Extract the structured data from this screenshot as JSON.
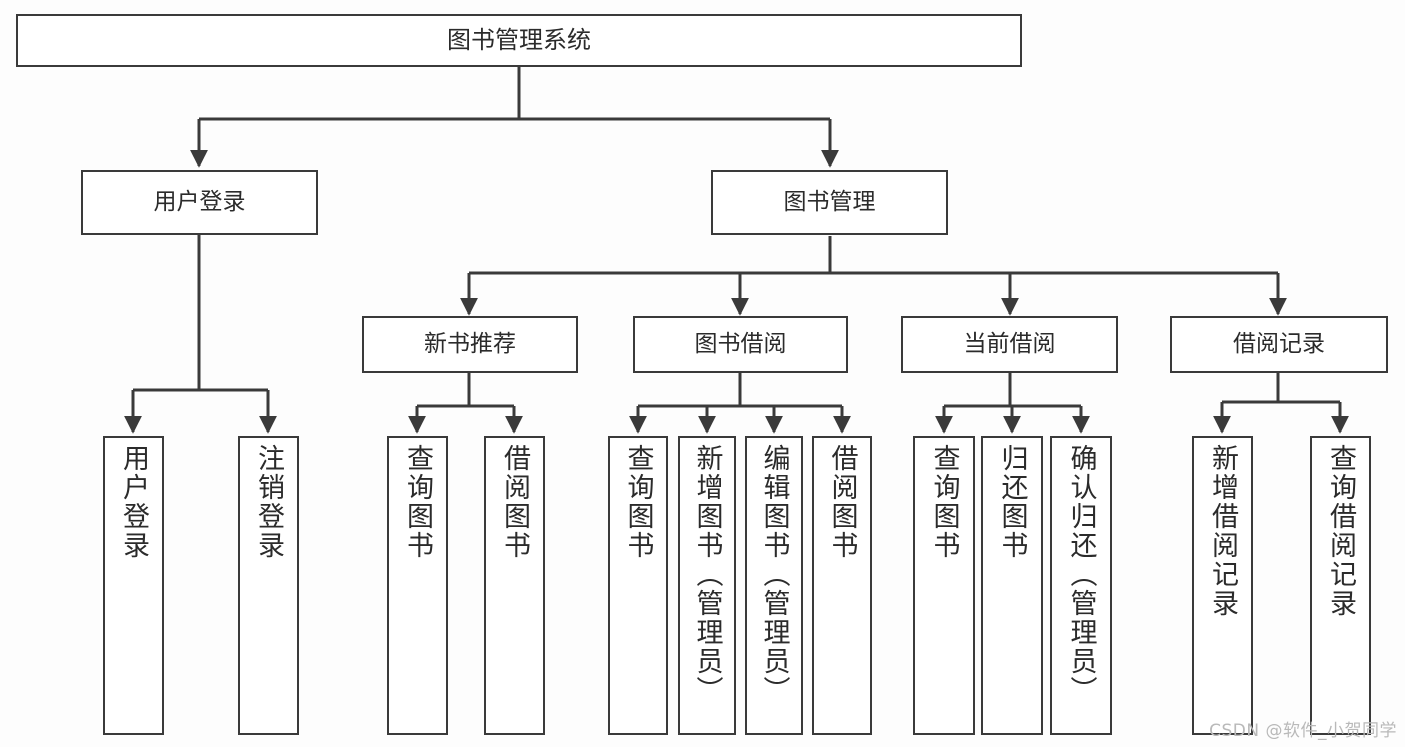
{
  "diagram": {
    "type": "tree-hierarchy",
    "title": "图书管理系统",
    "watermark": "CSDN @软件_小贺同学",
    "colors": {
      "stroke": "#3a3a3a",
      "fill": "#ffffff",
      "text": "#2b2b2b",
      "watermark": "#b9b9b9",
      "background": "#fdfdfd"
    },
    "nodes": {
      "root": {
        "label": "图书管理系统"
      },
      "level1": [
        {
          "id": "user-login",
          "label": "用户登录"
        },
        {
          "id": "book-manage",
          "label": "图书管理"
        }
      ],
      "level2": [
        {
          "id": "new-book-rec",
          "label": "新书推荐"
        },
        {
          "id": "book-borrow",
          "label": "图书借阅"
        },
        {
          "id": "current-borrow",
          "label": "当前借阅"
        },
        {
          "id": "borrow-record",
          "label": "借阅记录"
        }
      ],
      "leaves": {
        "user_login": [
          {
            "id": "leaf-user-login",
            "label": "用户登录"
          },
          {
            "id": "leaf-logout-login",
            "label": "注销登录"
          }
        ],
        "new_book_rec": [
          {
            "id": "leaf-query-book-1",
            "label": "查询图书"
          },
          {
            "id": "leaf-borrow-book-1",
            "label": "借阅图书"
          }
        ],
        "book_borrow": [
          {
            "id": "leaf-query-book-2",
            "label": "查询图书"
          },
          {
            "id": "leaf-add-book",
            "label": "新增图书（管理员）"
          },
          {
            "id": "leaf-edit-book",
            "label": "编辑图书（管理员）"
          },
          {
            "id": "leaf-borrow-book-2",
            "label": "借阅图书"
          }
        ],
        "current_borrow": [
          {
            "id": "leaf-query-book-3",
            "label": "查询图书"
          },
          {
            "id": "leaf-return-book",
            "label": "归还图书"
          },
          {
            "id": "leaf-confirm-return",
            "label": "确认归还（管理员）"
          }
        ],
        "borrow_record": [
          {
            "id": "leaf-add-record",
            "label": "新增借阅记录"
          },
          {
            "id": "leaf-query-record",
            "label": "查询借阅记录"
          }
        ]
      }
    }
  }
}
